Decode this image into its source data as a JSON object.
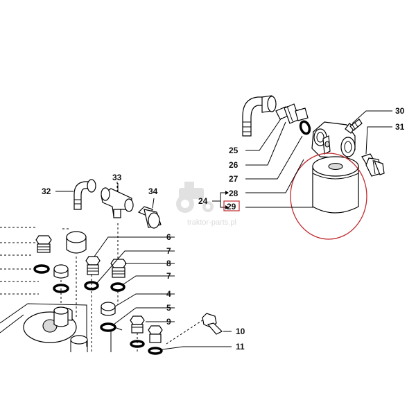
{
  "callouts": {
    "c4": "4",
    "c5": "5",
    "c6": "6",
    "c7a": "7",
    "c7b": "7",
    "c8": "8",
    "c9": "9",
    "c10": "10",
    "c11": "11",
    "c24": "24",
    "c25": "25",
    "c26": "26",
    "c27": "27",
    "c28": "28",
    "c29": "29",
    "c30": "30",
    "c31": "31",
    "c32": "32",
    "c33": "33",
    "c34": "34"
  },
  "watermark": {
    "text": "traktor-parts.pl",
    "icon": "tractor-icon"
  },
  "colors": {
    "highlight_ellipse": "#c0282d",
    "highlight_box": "#c0282d",
    "watermark": "#bdbdbd",
    "ink": "#000000"
  }
}
